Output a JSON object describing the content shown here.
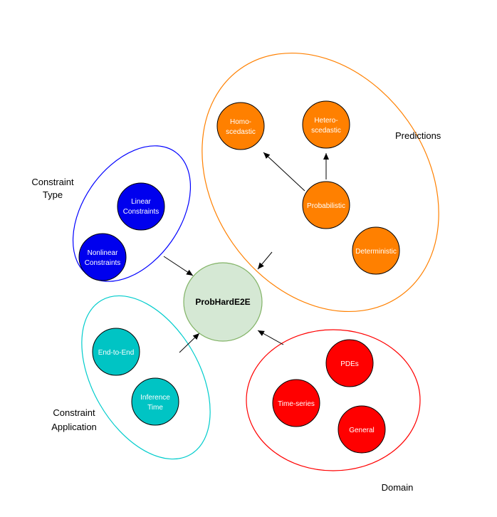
{
  "center": {
    "label": "ProbHardE2E",
    "fill": "#d5e8d4",
    "stroke": "#82b366"
  },
  "groups": {
    "predictions": {
      "label": "Predictions",
      "color": "#ff8000",
      "nodes": {
        "homoscedastic": [
          "Homo-",
          "scedastic"
        ],
        "heteroscedastic": [
          "Hetero-",
          "scedastic"
        ],
        "probabilistic": "Probabilistic",
        "deterministic": "Deterministic"
      }
    },
    "constraint_type": {
      "label": [
        "Constraint",
        "Type"
      ],
      "color": "#0000ff",
      "nodes": {
        "linear": [
          "Linear",
          "Constraints"
        ],
        "nonlinear": [
          "Nonlinear",
          "Constraints"
        ]
      }
    },
    "constraint_application": {
      "label": [
        "Constraint",
        "Application"
      ],
      "color": "#00cccc",
      "nodes": {
        "end_to_end": "End-to-End",
        "inference_time": [
          "Inference",
          "Time"
        ]
      }
    },
    "domain": {
      "label": "Domain",
      "color": "#ff0000",
      "nodes": {
        "pdes": "PDEs",
        "time_series": "Time-series",
        "general": "General"
      }
    }
  }
}
